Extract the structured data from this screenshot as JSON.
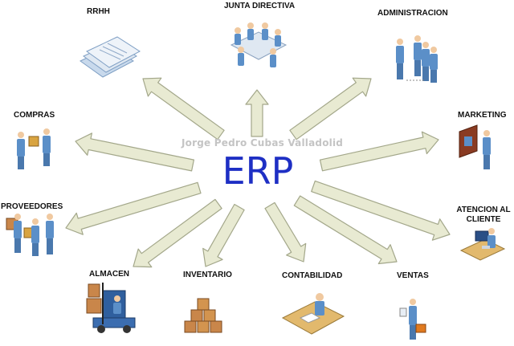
{
  "center": {
    "title": "ERP",
    "watermark": "Jorge Pedro Cubas Valladolid"
  },
  "colors": {
    "arrow_fill": "#e8ead2",
    "arrow_stroke": "#a3a78a",
    "title": "#1e2fc4",
    "person": "#5b8fc8",
    "paper": "#dfe8f2",
    "box": "#c9864a",
    "desk": "#e2b96d"
  },
  "nodes": [
    {
      "id": "rrhh",
      "label": "RRHH",
      "icon": "document-stack-icon"
    },
    {
      "id": "junta",
      "label": "JUNTA DIRECTIVA",
      "icon": "meeting-table-icon"
    },
    {
      "id": "admin",
      "label": "ADMINISTRACION",
      "icon": "team-people-icon"
    },
    {
      "id": "compras",
      "label": "COMPRAS",
      "icon": "buyer-people-icon"
    },
    {
      "id": "marketing",
      "label": "MARKETING",
      "icon": "presentation-icon"
    },
    {
      "id": "proveedores",
      "label": "PROVEEDORES",
      "icon": "supplier-people-icon"
    },
    {
      "id": "atencion",
      "label": "ATENCION AL\nCLIENTE",
      "icon": "customer-service-icon"
    },
    {
      "id": "almacen",
      "label": "ALMACEN",
      "icon": "forklift-icon"
    },
    {
      "id": "inventario",
      "label": "INVENTARIO",
      "icon": "box-stack-icon"
    },
    {
      "id": "contabilidad",
      "label": "CONTABILIDAD",
      "icon": "accountant-desk-icon"
    },
    {
      "id": "ventas",
      "label": "VENTAS",
      "icon": "salesperson-icon"
    }
  ]
}
